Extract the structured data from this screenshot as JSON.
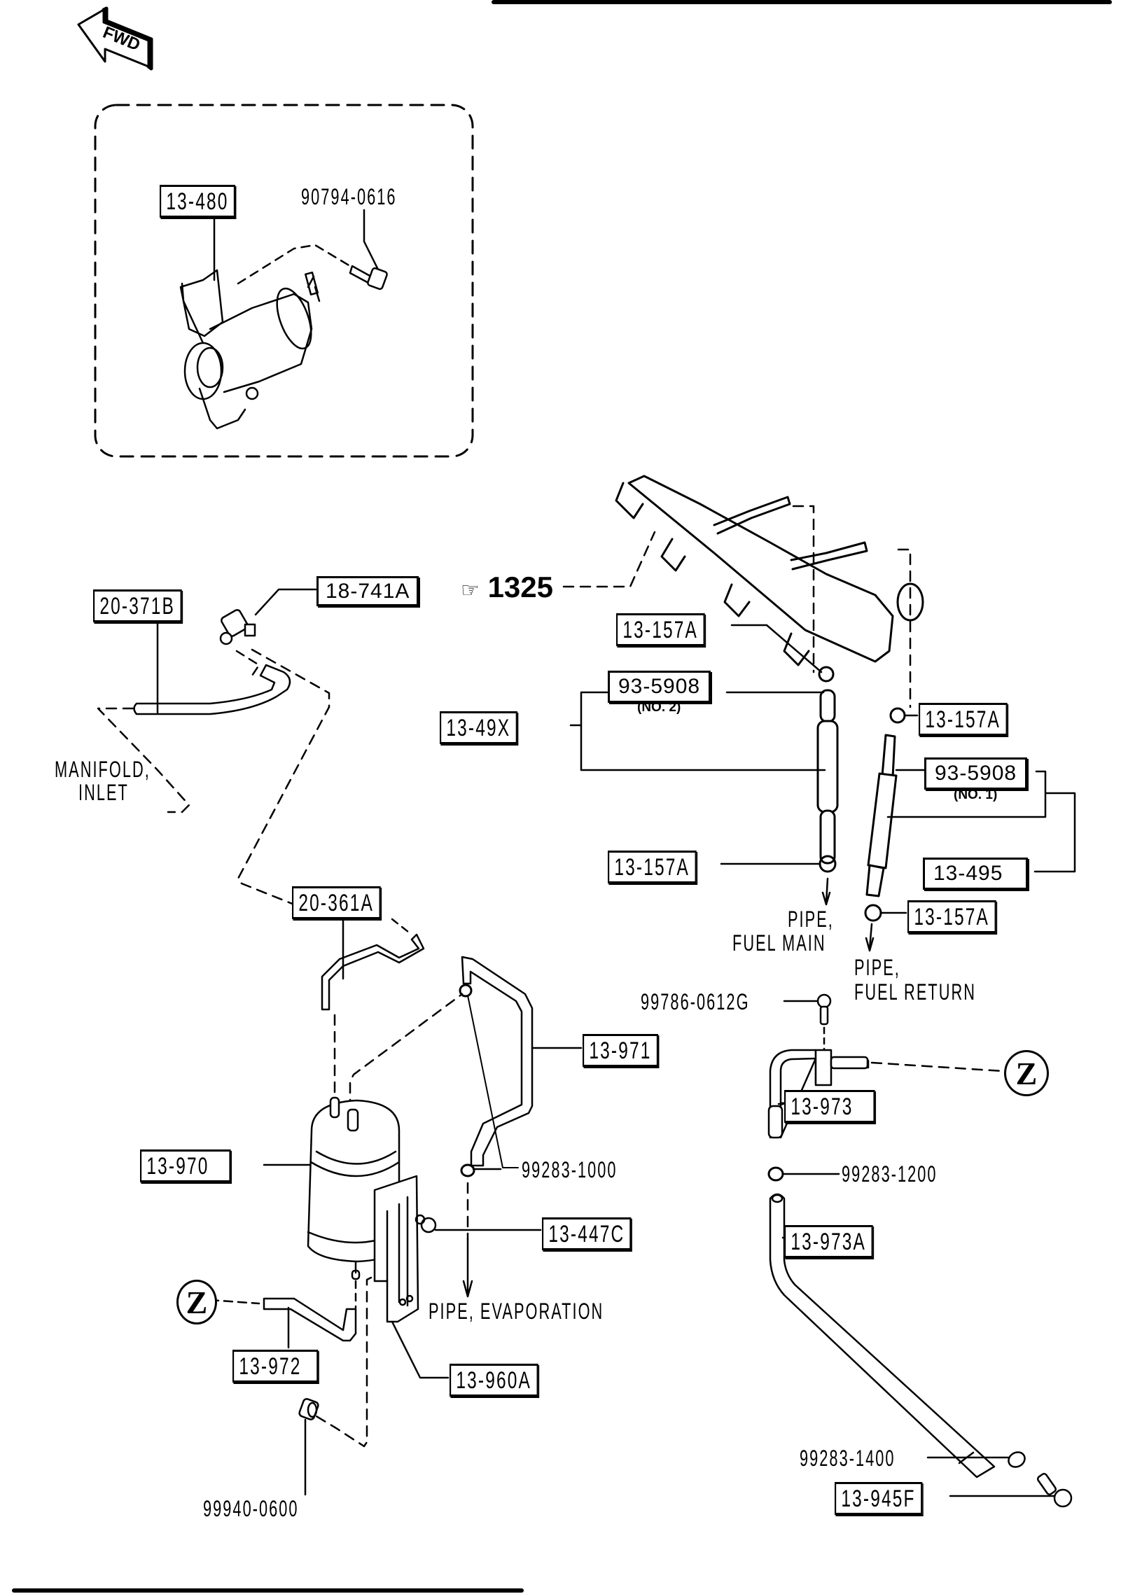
{
  "diagram": {
    "type": "parts-exploded-view",
    "subject": "Fuel / evaporative emission system",
    "orientation_label": "FWD",
    "inset_parts": [
      {
        "id": "label-13-480",
        "text": "13-480",
        "boxed": true
      },
      {
        "id": "label-90794-0616",
        "text": "90794-0616",
        "boxed": false
      }
    ],
    "reference": {
      "icon": "pointing-hand-icon",
      "text": "1325"
    },
    "labels": [
      {
        "id": "label-18-741A",
        "text": "18-741A",
        "boxed": true
      },
      {
        "id": "label-20-371B",
        "text": "20-371B",
        "boxed": true
      },
      {
        "id": "label-13-157A-1",
        "text": "13-157A",
        "boxed": true
      },
      {
        "id": "label-93-5908-no2",
        "text": "93-5908",
        "boxed": true,
        "note": "(NO. 2)"
      },
      {
        "id": "label-13-49X",
        "text": "13-49X",
        "boxed": true
      },
      {
        "id": "label-13-157A-2",
        "text": "13-157A",
        "boxed": true
      },
      {
        "id": "label-93-5908-no1",
        "text": "93-5908",
        "boxed": true,
        "note": "(NO. 1)"
      },
      {
        "id": "label-13-495",
        "text": "13-495",
        "boxed": true
      },
      {
        "id": "label-13-157A-3",
        "text": "13-157A",
        "boxed": true
      },
      {
        "id": "label-13-157A-4",
        "text": "13-157A",
        "boxed": true
      },
      {
        "id": "label-20-361A",
        "text": "20-361A",
        "boxed": true
      },
      {
        "id": "label-99786-0612G",
        "text": "99786-0612G",
        "boxed": false
      },
      {
        "id": "label-13-971",
        "text": "13-971",
        "boxed": true
      },
      {
        "id": "label-13-973",
        "text": "13-973",
        "boxed": true
      },
      {
        "id": "label-13-970",
        "text": "13-970",
        "boxed": true
      },
      {
        "id": "label-99283-1000",
        "text": "99283-1000",
        "boxed": false
      },
      {
        "id": "label-99283-1200",
        "text": "99283-1200",
        "boxed": false
      },
      {
        "id": "label-13-447C",
        "text": "13-447C",
        "boxed": true
      },
      {
        "id": "label-13-973A",
        "text": "13-973A",
        "boxed": true
      },
      {
        "id": "label-13-972",
        "text": "13-972",
        "boxed": true
      },
      {
        "id": "label-13-960A",
        "text": "13-960A",
        "boxed": true
      },
      {
        "id": "label-99940-0600",
        "text": "99940-0600",
        "boxed": false
      },
      {
        "id": "label-99283-1400",
        "text": "99283-1400",
        "boxed": false
      },
      {
        "id": "label-13-945F",
        "text": "13-945F",
        "boxed": true
      }
    ],
    "annotations": {
      "manifold_inlet": [
        "MANIFOLD,",
        "INLET"
      ],
      "pipe_fuel_main": [
        "PIPE,",
        "FUEL MAIN"
      ],
      "pipe_fuel_return": [
        "PIPE,",
        "FUEL RETURN"
      ],
      "pipe_evaporation": "PIPE, EVAPORATION"
    },
    "connector_marks": [
      "Z",
      "Z"
    ]
  }
}
